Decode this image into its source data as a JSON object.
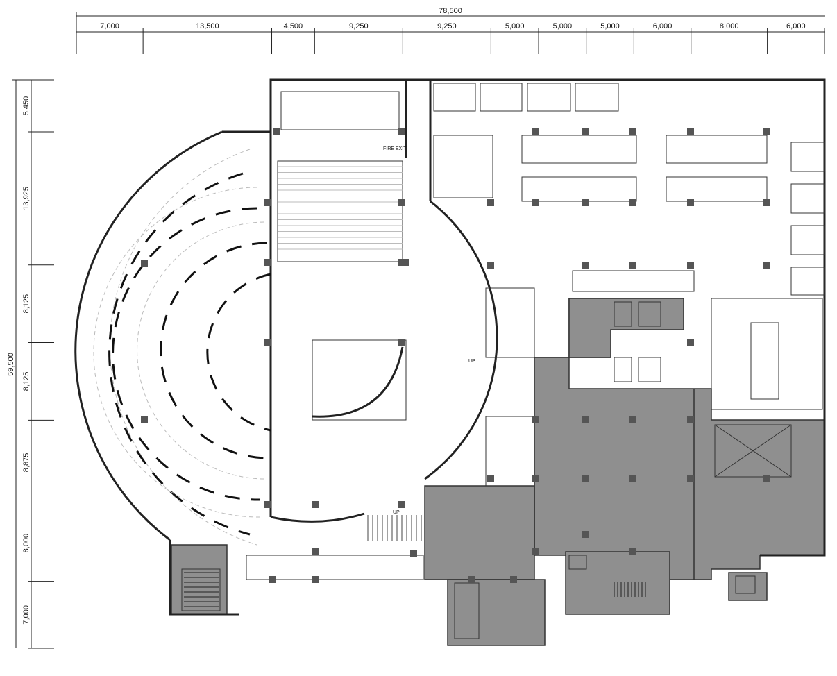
{
  "title": "Floor plan",
  "dimensions": {
    "horizontal_total": "78,500",
    "horizontal": [
      "7,000",
      "13,500",
      "4,500",
      "9,250",
      "9,250",
      "5,000",
      "5,000",
      "5,000",
      "6,000",
      "8,000",
      "6,000"
    ],
    "vertical_total": "59,500",
    "vertical": [
      "5,450",
      "13,925",
      "8,125",
      "8,125",
      "8,875",
      "8,000",
      "7,000"
    ]
  },
  "labels": {
    "fire_exit": "FIRE EXIT",
    "up_1": "UP",
    "up_2": "UP"
  }
}
